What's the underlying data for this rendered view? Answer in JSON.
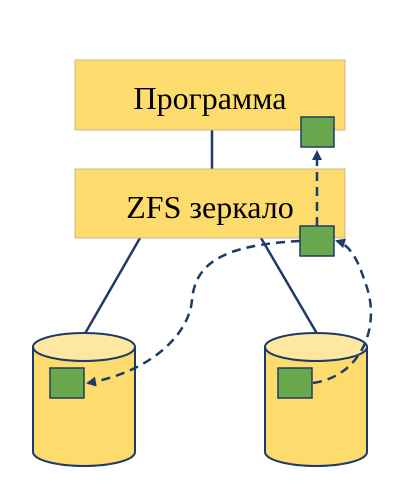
{
  "colors": {
    "box_fill": "#fddb6d",
    "box_stroke": "#c9b98a",
    "cylinder_fill": "#fddb6d",
    "cylinder_top": "#fee89f",
    "line": "#1f3a68",
    "block_fill": "#6aa84f",
    "block_stroke": "#1f3a68",
    "background": "#ffffff"
  },
  "program_box": {
    "label": "Программа"
  },
  "zfs_box": {
    "label": "ZFS зеркало"
  },
  "disks": [
    {
      "name": "disk-left"
    },
    {
      "name": "disk-right"
    }
  ],
  "data_blocks": [
    {
      "location": "program"
    },
    {
      "location": "zfs-mirror"
    },
    {
      "location": "disk-left"
    },
    {
      "location": "disk-right"
    }
  ],
  "connectors": {
    "style": "solid",
    "data_flow_style": "dashed",
    "arrowheads": true
  }
}
